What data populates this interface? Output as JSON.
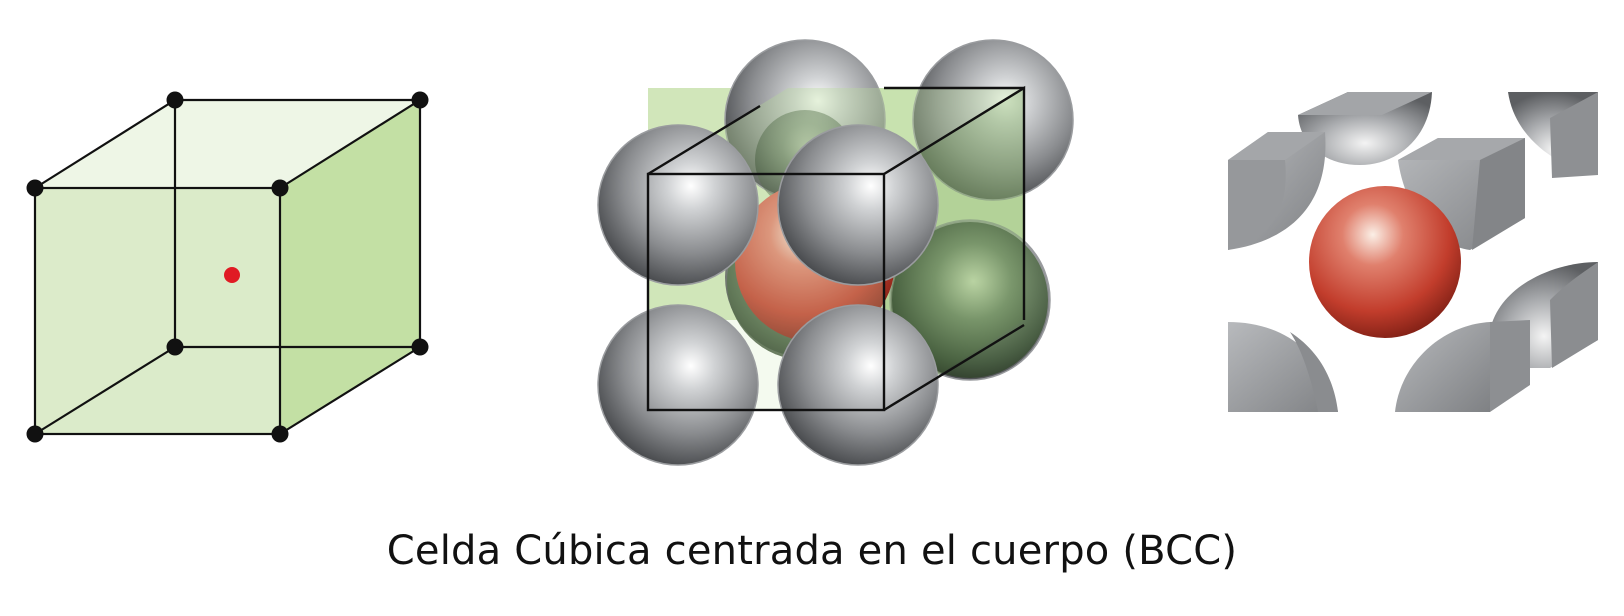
{
  "caption": "Celda Cúbica centrada en el cuerpo (BCC)",
  "colors": {
    "cell_fill": "#c5e3a8",
    "lattice_point": "#111111",
    "body_center_point": "#e01b24",
    "host_atom": "#7b7d80",
    "center_atom": "#c0392b",
    "shaded_atom": "#56704a"
  },
  "panels": [
    {
      "view": "lattice-points",
      "corner_points": 8,
      "center_points": 1
    },
    {
      "view": "space-filling-spheres"
    },
    {
      "view": "atom-fractions-in-cell"
    }
  ]
}
